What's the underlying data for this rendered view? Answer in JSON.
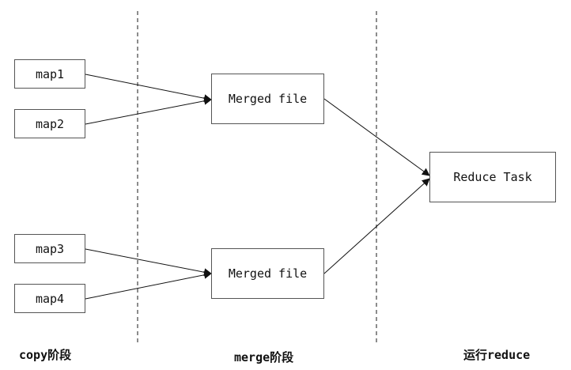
{
  "diagram": {
    "maps": [
      "map1",
      "map2",
      "map3",
      "map4"
    ],
    "merged_files": [
      "Merged file",
      "Merged file"
    ],
    "reduce_task": "Reduce Task",
    "phases": [
      "copy阶段",
      "merge阶段",
      "运行reduce"
    ]
  },
  "colors": {
    "line": "#111111",
    "divider": "#666666",
    "box_border": "#555555"
  }
}
